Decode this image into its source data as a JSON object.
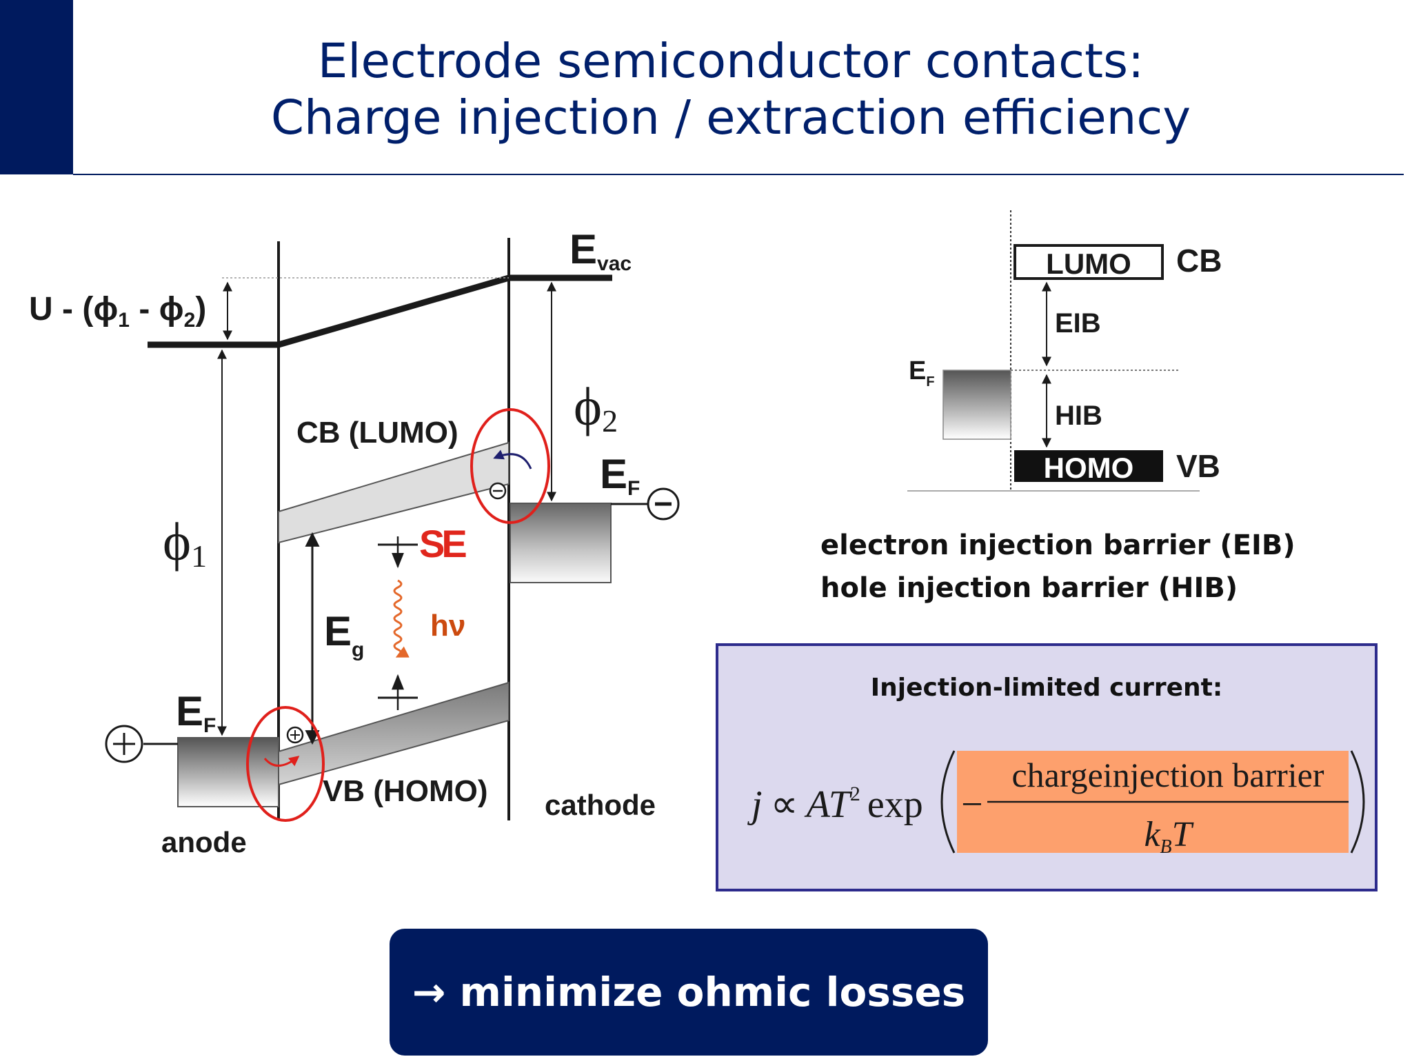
{
  "slide": {
    "title_line1": "Electrode semiconductor contacts:",
    "title_line2": "Charge injection / extraction efficiency",
    "button_label": "→ minimize ohmic losses"
  },
  "band_diagram": {
    "e_vac": "E",
    "e_vac_sub": "vac",
    "u_label": "U - (",
    "phi_symbol": "ϕ",
    "sub_1": "1",
    "sub_2": "2",
    "minus": " - ",
    "close_paren": ")",
    "cb_label": "CB (LUMO)",
    "vb_label": "VB (HOMO)",
    "ef": "E",
    "ef_sub": "F",
    "eg": "E",
    "eg_sub": "g",
    "se": "SE",
    "hv": "hν",
    "anode": "anode",
    "cathode": "cathode",
    "plus": "+",
    "minus_sign": "−"
  },
  "energy_levels": {
    "lumo": "LUMO",
    "homo": "HOMO",
    "cb": "CB",
    "vb": "VB",
    "eib": "EIB",
    "hib": "HIB",
    "ef": "E",
    "ef_sub": "F",
    "note_line1": "electron injection barrier (EIB)",
    "note_line2": "hole injection barrier (HIB)"
  },
  "formula": {
    "heading": "Injection-limited current:",
    "j": "j",
    "prop": "∝",
    "A": "A",
    "T": "T",
    "sq": "2",
    "exp": "exp",
    "neg": "−",
    "numerator": "chargeinjection barrier",
    "k": "k",
    "k_sub": "B",
    "den_T": "T"
  },
  "colors": {
    "navy": "#001a5e",
    "title_blue": "#001f6b",
    "se_red": "#e0261c",
    "hv_orange": "#cc4a0f",
    "circle_red": "#e0201b",
    "box_bg": "#dcd9ee",
    "box_border": "#2d2b8c",
    "highlight": "#fda06d"
  }
}
